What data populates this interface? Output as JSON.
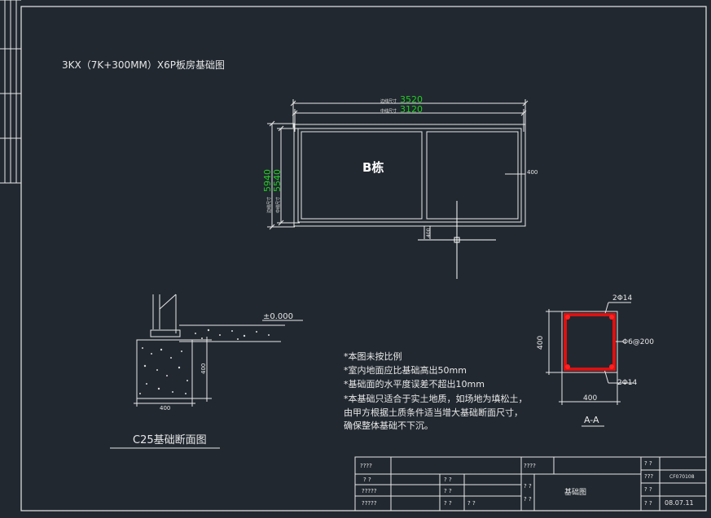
{
  "drawing": {
    "title": "3KX（7K+300MM）X6P板房基础图",
    "building_label": "B栋",
    "dim_outer_label": "边线尺寸",
    "dim_inner_label": "中线尺寸",
    "dim_outer_value": "3520",
    "dim_inner_value": "3120",
    "dim_left_outer_value": "5940",
    "dim_left_inner_value": "5540",
    "dim_right_note": "400",
    "dim_bottom_note": "400",
    "elevation": "±0.000",
    "section_c25_width": "400",
    "section_c25_height": "400",
    "section_c25_caption": "C25基础断面图",
    "notes": [
      "*本图未按比例",
      "*室内地面应比基础高出50mm",
      "*基础面的水平度误差不超出10mm",
      "*本基础只适合于实土地质，如场地为填松土，",
      " 由甲方根据土质条件适当增大基础断面尺寸，",
      " 确保整体基础不下沉。"
    ],
    "rebar_top": "2Φ14",
    "rebar_bottom": "2Φ14",
    "stirrup": "Φ6@200",
    "aa_height": "400",
    "aa_width": "400",
    "aa_caption": "A-A"
  },
  "title_block": {
    "c_r1_left": "????",
    "c_r1_mid": "????",
    "c_r2_a": "?  ?",
    "c_r2_b": "?  ?",
    "c_r3_a": "?????",
    "c_r3_b": "?  ?",
    "c_r4_a": "?????",
    "c_r4_b": "?  ?",
    "c_r4_c": "?     ?",
    "c_mid_tall": "?\n?",
    "c_mid_tall2": "?\n?",
    "drawing_name": "基础图",
    "r_label_1": "?  ?",
    "r_label_2": "???",
    "r_label_3": "?  ?",
    "r_label_4": "?  ?",
    "drawing_no": "CF070108",
    "date": "08.07.11"
  }
}
